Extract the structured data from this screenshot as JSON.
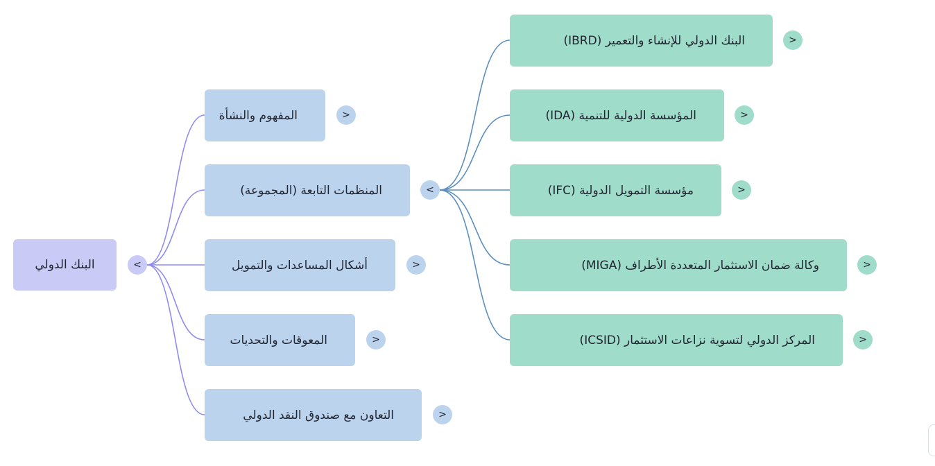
{
  "mindmap": {
    "root": {
      "label": "البنك الدولي",
      "toggle": "<"
    },
    "branches": [
      {
        "label": "المفهوم والنشأة",
        "toggle": ">"
      },
      {
        "label": "المنظمات التابعة (المجموعة)",
        "toggle": "<"
      },
      {
        "label": "أشكال المساعدات والتمويل",
        "toggle": ">"
      },
      {
        "label": "المعوقات والتحديات",
        "toggle": ">"
      },
      {
        "label": "التعاون مع صندوق النقد الدولي",
        "toggle": ">"
      }
    ],
    "sub_branches": [
      {
        "label": "البنك الدولي للإنشاء والتعمير (IBRD)",
        "toggle": ">"
      },
      {
        "label": "المؤسسة الدولية للتنمية (IDA)",
        "toggle": ">"
      },
      {
        "label": "مؤسسة التمويل الدولية (IFC)",
        "toggle": ">"
      },
      {
        "label": "وكالة ضمان الاستثمار المتعددة الأطراف (MIGA)",
        "toggle": ">"
      },
      {
        "label": "المركز الدولي لتسوية نزاعات الاستثمار (ICSID)",
        "toggle": ">"
      }
    ]
  },
  "colors": {
    "root_fill": "#c9cbf6",
    "branch_fill": "#bcd3ee",
    "sub_branch_fill": "#9fdcc9",
    "root_link": "#8e8cf0",
    "sub_link": "#5b8fbf"
  }
}
